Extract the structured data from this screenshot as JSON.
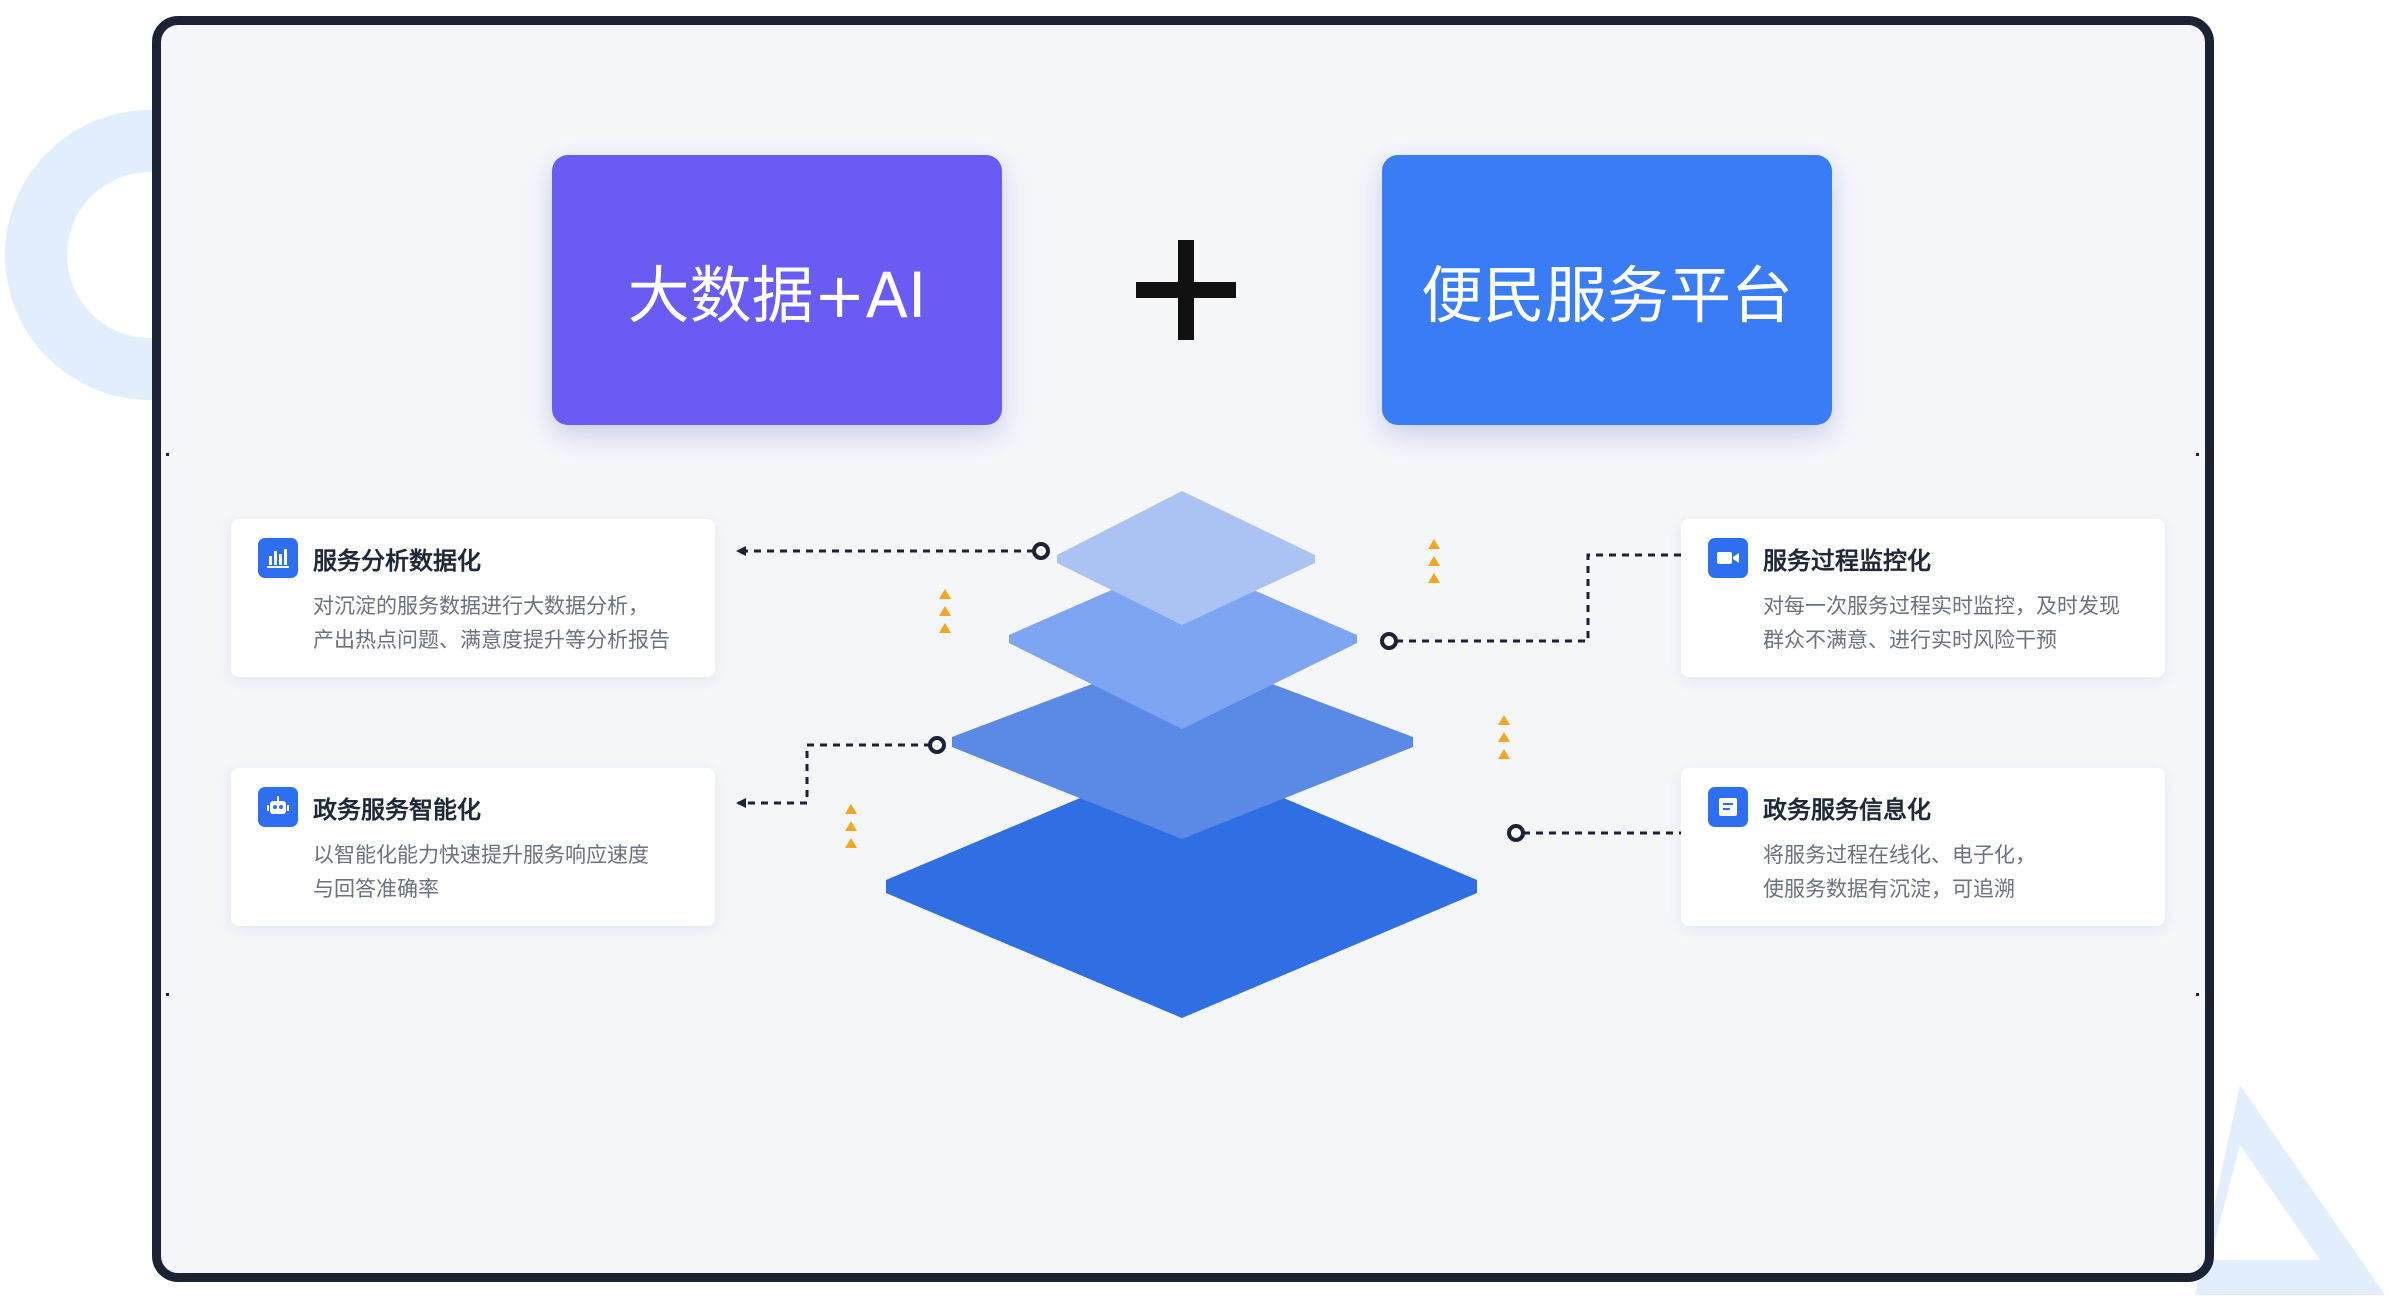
{
  "header": {
    "left_box_label": "大数据+AI",
    "right_box_label": "便民服务平台"
  },
  "cards": [
    {
      "id": "top-left",
      "title": "服务分析数据化",
      "icon": "bar-chart-icon",
      "lines": [
        "对沉淀的服务数据进行大数据分析，",
        "产出热点问题、满意度提升等分析报告"
      ]
    },
    {
      "id": "bottom-left",
      "title": "政务服务智能化",
      "icon": "robot-icon",
      "lines": [
        "以智能化能力快速提升服务响应速度",
        "与回答准确率"
      ]
    },
    {
      "id": "top-right",
      "title": "服务过程监控化",
      "icon": "video-camera-icon",
      "lines": [
        "对每一次服务过程实时监控，及时发现",
        "群众不满意、进行实时风险干预"
      ]
    },
    {
      "id": "bottom-right",
      "title": "政务服务信息化",
      "icon": "document-icon",
      "lines": [
        "将服务过程在线化、电子化，",
        "使服务数据有沉淀，可追溯"
      ]
    }
  ],
  "colors": {
    "left_box": "#695cf5",
    "right_box": "#3a7cf6",
    "icon_bg": "#2e6ef0",
    "layer_1": "#aac3f3",
    "layer_2": "#7ea5f1",
    "layer_3": "#5a8ae6",
    "layer_4": "#2f6ee3",
    "arrow_accent": "#f5a623",
    "connector": "#1b2233",
    "frame_border": "#1b2233",
    "canvas_bg": "#f4f6fa"
  }
}
